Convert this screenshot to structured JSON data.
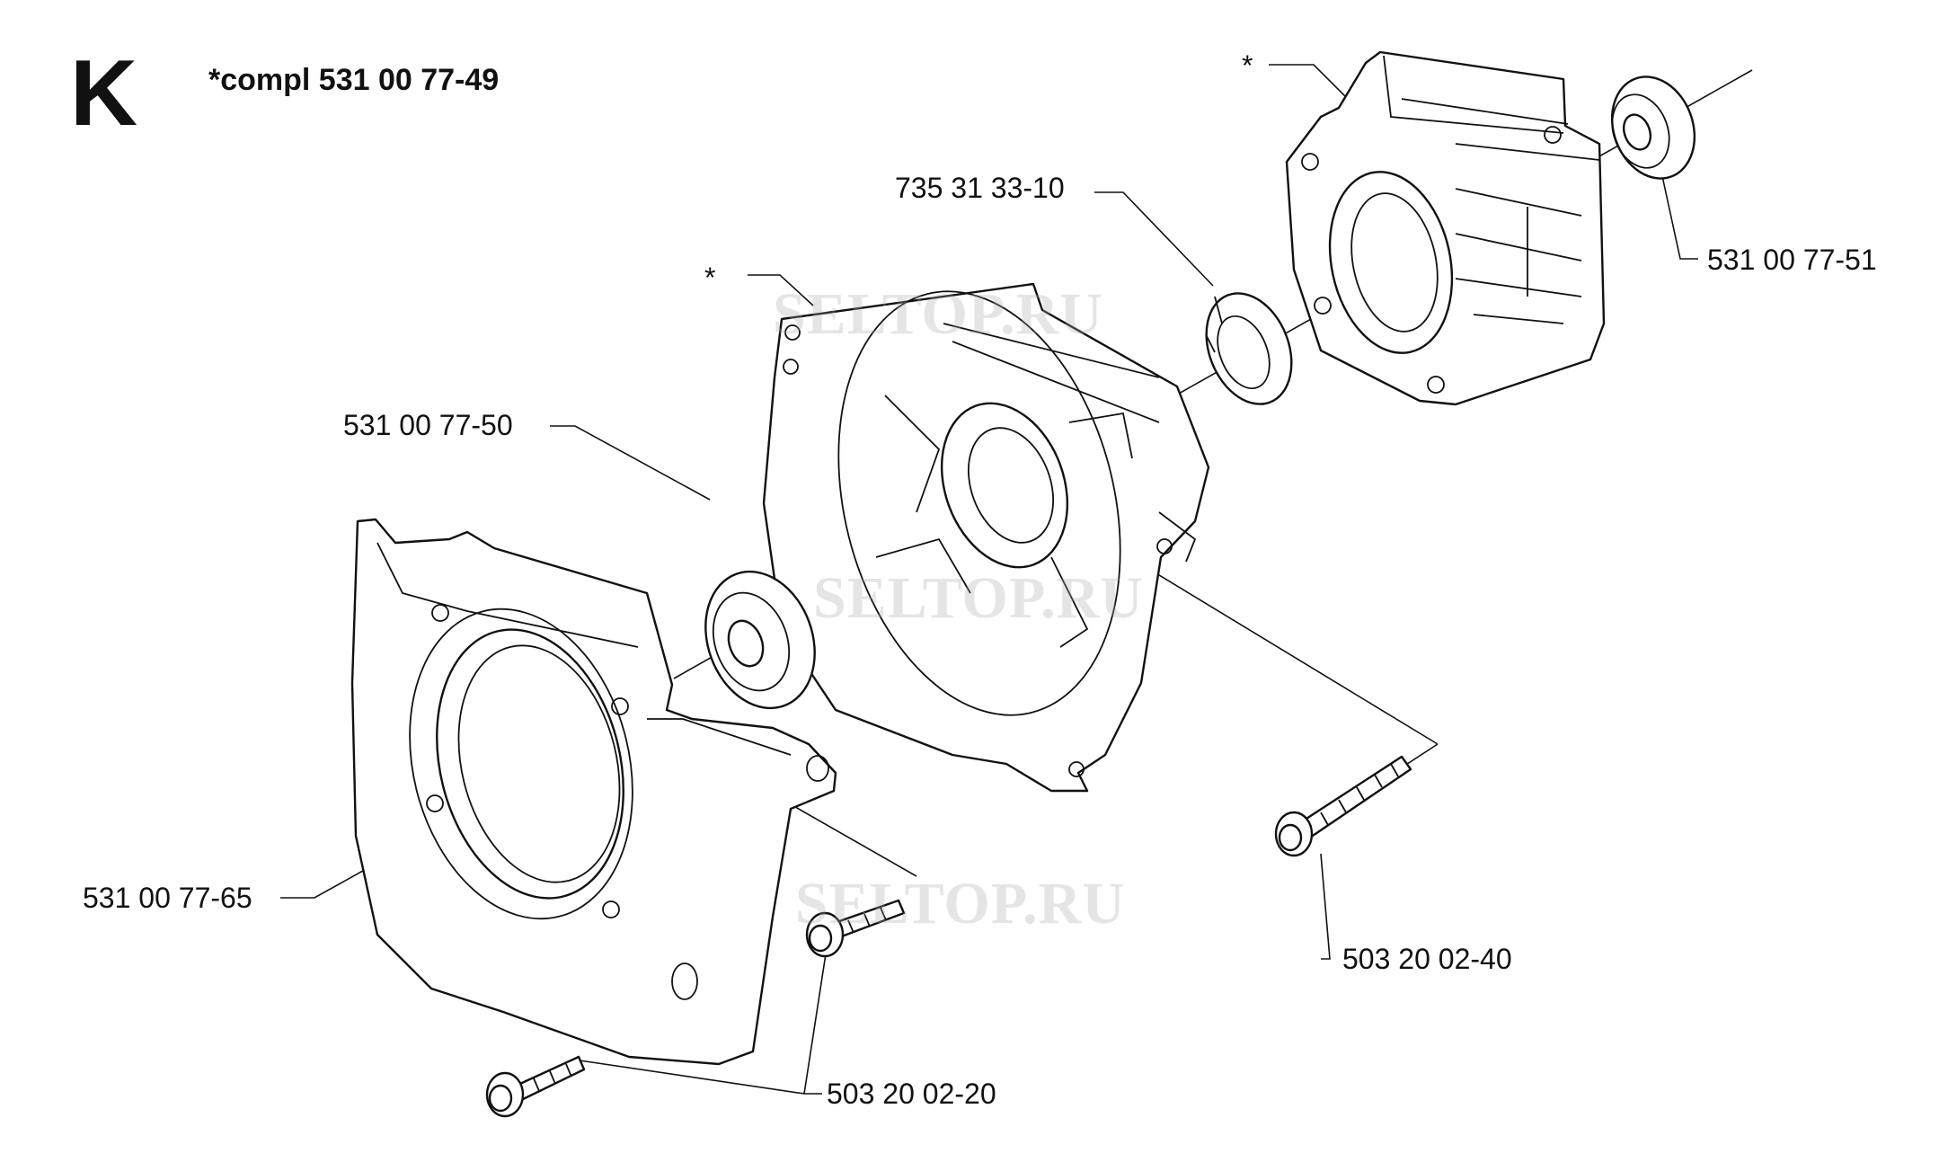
{
  "header": {
    "section_letter": "K",
    "assembly_label": "*compl 531 00 77-49"
  },
  "watermarks": [
    "SELTOP.RU",
    "SELTOP.RU",
    "SELTOP.RU"
  ],
  "callouts": {
    "star_left": "*",
    "star_right": "*",
    "circlip": "735 31 33-10",
    "bearing_right": "531 00 77-51",
    "bearing_left": "531 00 77-50",
    "cover": "531 00 77-65",
    "screw_right": "503 20 02-40",
    "screw_left": "503 20 02-20"
  }
}
